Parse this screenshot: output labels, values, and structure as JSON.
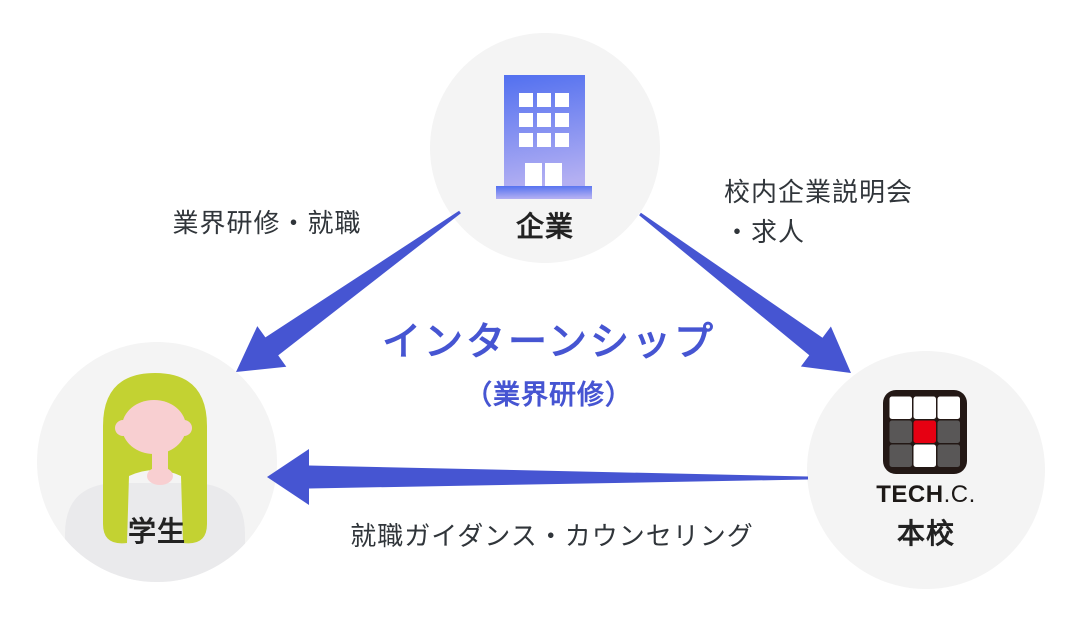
{
  "diagram": {
    "center_label": {
      "line1": "インターンシップ",
      "line2": "（業界研修）"
    },
    "nodes": {
      "company": {
        "label": "企業"
      },
      "student": {
        "label": "学生"
      },
      "school": {
        "label": "本校",
        "logo_bold": "TECH",
        "logo_rest": ".C."
      }
    },
    "edges": {
      "company_to_student": {
        "label": "業界研修・就職"
      },
      "company_to_school": {
        "line1": "校内企業説明会",
        "line2": "・求人"
      },
      "school_to_student": {
        "label": "就職ガイダンス・カウンセリング"
      }
    },
    "colors": {
      "arrow_blue": "#4655d2",
      "title_blue": "#4655d2",
      "circle_bg": "#f4f4f4",
      "edge_label_text": "#30353a",
      "node_label_text": "#222222",
      "building_gradient_top": "#5270f0",
      "building_gradient_bottom": "#b3aff2",
      "building_window_white": "#ffffff",
      "logo_frame": "#231815",
      "logo_gray": "#595757",
      "logo_red": "#e60012",
      "logo_white": "#ffffff",
      "hair": "#c3d232",
      "skin": "#f8cfd1",
      "shirt": "#eaeaec"
    }
  }
}
